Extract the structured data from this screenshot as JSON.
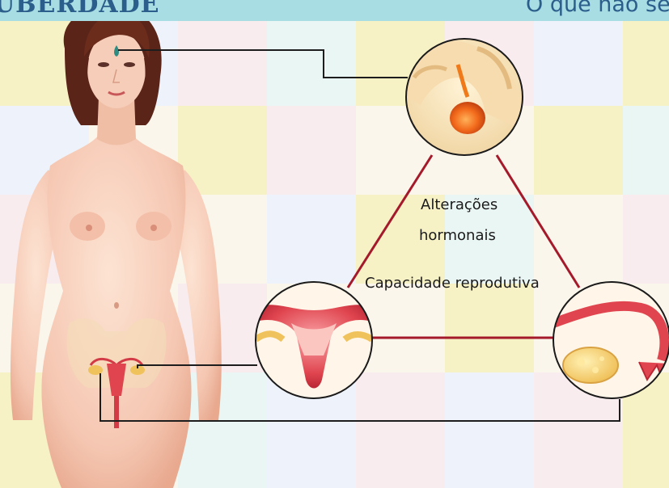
{
  "header": {
    "left_title": "UBERDADE",
    "right_title": "O que não se"
  },
  "diagram": {
    "labels": {
      "hormonal_changes_line1": "Alterações",
      "hormonal_changes_line2": "hormonais",
      "reproductive_capacity": "Capacidade reprodutiva"
    },
    "colors": {
      "background_grid": [
        "#f7f1c6",
        "#eef3fb",
        "#f9ecef",
        "#fbf6ec",
        "#eaf6f3"
      ],
      "connector_line": "#1d1d1d",
      "triangle_line": "#a41a2b",
      "header_bar": "#a9dde4",
      "header_text": "#2b5e8a"
    }
  }
}
